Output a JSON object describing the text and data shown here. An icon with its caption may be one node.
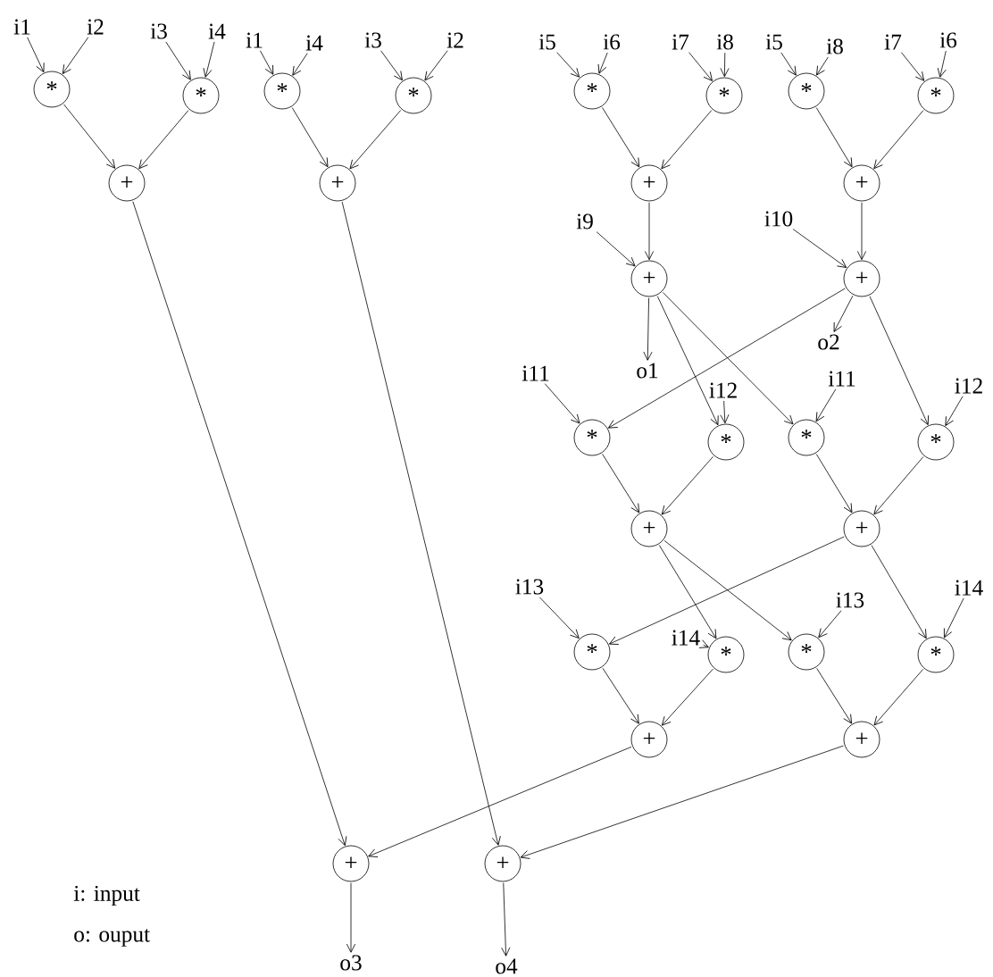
{
  "diagram": {
    "nodes": [
      {
        "text": [
          "i1"
        ]
      },
      {
        "text": [
          "i2"
        ]
      },
      {
        "text": [
          "i3"
        ]
      },
      {
        "text": [
          "i4"
        ]
      },
      {
        "text": [
          "i1"
        ]
      },
      {
        "text": [
          "i4"
        ]
      },
      {
        "text": [
          "i3"
        ]
      },
      {
        "text": [
          "i2"
        ]
      },
      {
        "text": [
          "i5"
        ]
      },
      {
        "text": [
          "i6"
        ]
      },
      {
        "text": [
          "i7"
        ]
      },
      {
        "text": [
          "i8"
        ]
      },
      {
        "text": [
          "i5"
        ]
      },
      {
        "text": [
          "i8"
        ]
      },
      {
        "text": [
          "i7"
        ]
      },
      {
        "text": [
          "i6"
        ]
      },
      {
        "text": [
          "*"
        ]
      },
      {
        "text": [
          "*"
        ]
      },
      {
        "text": [
          "*"
        ]
      },
      {
        "text": [
          "*"
        ]
      },
      {
        "text": [
          "*"
        ]
      },
      {
        "text": [
          "*"
        ]
      },
      {
        "text": [
          "*"
        ]
      },
      {
        "text": [
          "*"
        ]
      },
      {
        "text": [
          "+"
        ]
      },
      {
        "text": [
          "+"
        ]
      },
      {
        "text": [
          "+"
        ]
      },
      {
        "text": [
          "+"
        ]
      },
      {
        "text": [
          "i9"
        ]
      },
      {
        "text": [
          "i10"
        ]
      },
      {
        "text": [
          "+"
        ]
      },
      {
        "text": [
          "+"
        ]
      },
      {
        "text": [
          "o2"
        ]
      },
      {
        "text": [
          "o1"
        ]
      },
      {
        "text": [
          "i11"
        ]
      },
      {
        "text": [
          "i12"
        ]
      },
      {
        "text": [
          "i11"
        ]
      },
      {
        "text": [
          "i12"
        ]
      },
      {
        "text": [
          "*"
        ]
      },
      {
        "text": [
          "*"
        ]
      },
      {
        "text": [
          "*"
        ]
      },
      {
        "text": [
          "*"
        ]
      },
      {
        "text": [
          "+"
        ]
      },
      {
        "text": [
          "+"
        ]
      },
      {
        "text": [
          "i13"
        ]
      },
      {
        "text": [
          "i14"
        ]
      },
      {
        "text": [
          "i13"
        ]
      },
      {
        "text": [
          "i14"
        ]
      },
      {
        "text": [
          "*"
        ]
      },
      {
        "text": [
          "*"
        ]
      },
      {
        "text": [
          "*"
        ]
      },
      {
        "text": [
          "*"
        ]
      },
      {
        "text": [
          "+"
        ]
      },
      {
        "text": [
          "+"
        ]
      },
      {
        "text": [
          "+"
        ]
      },
      {
        "text": [
          "+"
        ]
      },
      {
        "text": [
          "o3"
        ]
      },
      {
        "text": [
          "o4"
        ]
      }
    ],
    "edges": [
      {
        "from": 0,
        "to": 16,
        "arrow": "to"
      },
      {
        "from": 1,
        "to": 16,
        "arrow": "to"
      },
      {
        "from": 2,
        "to": 17,
        "arrow": "to"
      },
      {
        "from": 3,
        "to": 17,
        "arrow": "to"
      },
      {
        "from": 4,
        "to": 18,
        "arrow": "to"
      },
      {
        "from": 5,
        "to": 18,
        "arrow": "to"
      },
      {
        "from": 6,
        "to": 19,
        "arrow": "to"
      },
      {
        "from": 7,
        "to": 19,
        "arrow": "to"
      },
      {
        "from": 8,
        "to": 20,
        "arrow": "to"
      },
      {
        "from": 9,
        "to": 20,
        "arrow": "to"
      },
      {
        "from": 10,
        "to": 21,
        "arrow": "to"
      },
      {
        "from": 11,
        "to": 21,
        "arrow": "to"
      },
      {
        "from": 12,
        "to": 22,
        "arrow": "to"
      },
      {
        "from": 13,
        "to": 22,
        "arrow": "to"
      },
      {
        "from": 14,
        "to": 23,
        "arrow": "to"
      },
      {
        "from": 15,
        "to": 23,
        "arrow": "to"
      },
      {
        "from": 16,
        "to": 24,
        "arrow": "to"
      },
      {
        "from": 17,
        "to": 24,
        "arrow": "to"
      },
      {
        "from": 18,
        "to": 25,
        "arrow": "to"
      },
      {
        "from": 19,
        "to": 25,
        "arrow": "to"
      },
      {
        "from": 20,
        "to": 26,
        "arrow": "to"
      },
      {
        "from": 21,
        "to": 26,
        "arrow": "to"
      },
      {
        "from": 22,
        "to": 27,
        "arrow": "to"
      },
      {
        "from": 23,
        "to": 27,
        "arrow": "to"
      },
      {
        "from": 26,
        "to": 30,
        "arrow": "to"
      },
      {
        "from": 28,
        "to": 30,
        "arrow": "to"
      },
      {
        "from": 27,
        "to": 31,
        "arrow": "to"
      },
      {
        "from": 29,
        "to": 31,
        "arrow": "to"
      },
      {
        "from": 30,
        "to": 33,
        "arrow": "to"
      },
      {
        "from": 31,
        "to": 32,
        "arrow": "to"
      },
      {
        "from": 30,
        "to": 39,
        "arrow": "to"
      },
      {
        "from": 30,
        "to": 40,
        "arrow": "to"
      },
      {
        "from": 31,
        "to": 38,
        "arrow": "to"
      },
      {
        "from": 31,
        "to": 41,
        "arrow": "to"
      },
      {
        "from": 34,
        "to": 38,
        "arrow": "to"
      },
      {
        "from": 35,
        "to": 39,
        "arrow": "to"
      },
      {
        "from": 36,
        "to": 40,
        "arrow": "to"
      },
      {
        "from": 37,
        "to": 41,
        "arrow": "to"
      },
      {
        "from": 38,
        "to": 42,
        "arrow": "to"
      },
      {
        "from": 39,
        "to": 42,
        "arrow": "to"
      },
      {
        "from": 40,
        "to": 43,
        "arrow": "to"
      },
      {
        "from": 41,
        "to": 43,
        "arrow": "to"
      },
      {
        "from": 42,
        "to": 49,
        "arrow": "to"
      },
      {
        "from": 42,
        "to": 50,
        "arrow": "to"
      },
      {
        "from": 43,
        "to": 48,
        "arrow": "to"
      },
      {
        "from": 43,
        "to": 51,
        "arrow": "to"
      },
      {
        "from": 44,
        "to": 48,
        "arrow": "to"
      },
      {
        "from": 45,
        "to": 49,
        "arrow": "to"
      },
      {
        "from": 46,
        "to": 50,
        "arrow": "to"
      },
      {
        "from": 47,
        "to": 51,
        "arrow": "to"
      },
      {
        "from": 48,
        "to": 52,
        "arrow": "to"
      },
      {
        "from": 49,
        "to": 52,
        "arrow": "to"
      },
      {
        "from": 50,
        "to": 53,
        "arrow": "to"
      },
      {
        "from": 51,
        "to": 53,
        "arrow": "to"
      },
      {
        "from": 24,
        "to": 54,
        "arrow": "to"
      },
      {
        "from": 52,
        "to": 54,
        "arrow": "to"
      },
      {
        "from": 25,
        "to": 55,
        "arrow": "to"
      },
      {
        "from": 53,
        "to": 55,
        "arrow": "to"
      },
      {
        "from": 54,
        "to": 56,
        "arrow": "to"
      },
      {
        "from": 55,
        "to": 57,
        "arrow": "to"
      }
    ],
    "labels": [
      "i: input",
      "o: ouput"
    ]
  }
}
